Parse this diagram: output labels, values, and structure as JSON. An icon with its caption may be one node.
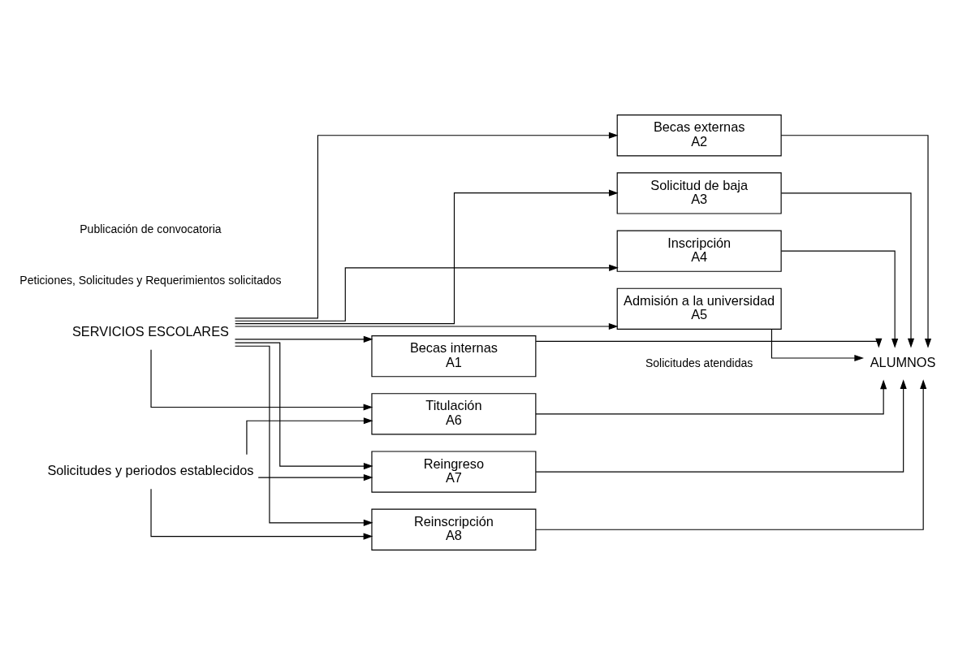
{
  "diagram": {
    "nodes": [
      {
        "text": [
          "SERVICIOS ESCOLARES"
        ]
      },
      {
        "text": [
          "Becas internas",
          "A1"
        ]
      },
      {
        "text": [
          "Becas externas",
          "A2"
        ]
      },
      {
        "text": [
          "Solicitud de baja",
          "A3"
        ]
      },
      {
        "text": [
          "Inscripción",
          "A4"
        ]
      },
      {
        "text": [
          "Admisión a la universidad",
          "A5"
        ]
      },
      {
        "text": [
          "Titulación",
          "A6"
        ]
      },
      {
        "text": [
          "Reingreso",
          "A7"
        ]
      },
      {
        "text": [
          "Reinscripción",
          "A8"
        ]
      },
      {
        "text": [
          "Solicitudes y periodos establecidos"
        ]
      },
      {
        "text": [
          "ALUMNOS"
        ]
      }
    ],
    "edges": [
      {
        "from": 0,
        "to": 1,
        "arrow": "to"
      },
      {
        "from": 0,
        "to": 2,
        "arrow": "to"
      },
      {
        "from": 0,
        "to": 3,
        "arrow": "to"
      },
      {
        "from": 0,
        "to": 4,
        "arrow": "to"
      },
      {
        "from": 0,
        "to": 5,
        "arrow": "to"
      },
      {
        "from": 0,
        "to": 6,
        "arrow": "to"
      },
      {
        "from": 0,
        "to": 7,
        "arrow": "to"
      },
      {
        "from": 0,
        "to": 8,
        "arrow": "to"
      },
      {
        "from": 9,
        "to": 6,
        "arrow": "to"
      },
      {
        "from": 9,
        "to": 7,
        "arrow": "to"
      },
      {
        "from": 9,
        "to": 8,
        "arrow": "to"
      },
      {
        "from": 1,
        "to": 10,
        "arrow": "to"
      },
      {
        "from": 2,
        "to": 10,
        "arrow": "to"
      },
      {
        "from": 3,
        "to": 10,
        "arrow": "to"
      },
      {
        "from": 4,
        "to": 10,
        "arrow": "to"
      },
      {
        "from": 5,
        "to": 10,
        "arrow": "to"
      },
      {
        "from": 6,
        "to": 10,
        "arrow": "to"
      },
      {
        "from": 7,
        "to": 10,
        "arrow": "to"
      },
      {
        "from": 8,
        "to": 10,
        "arrow": "to"
      }
    ],
    "labels": [
      "Peticiones, Solicitudes y Requerimientos solicitados",
      "Publicación de convocatoria",
      "Solicitudes atendidas"
    ]
  }
}
